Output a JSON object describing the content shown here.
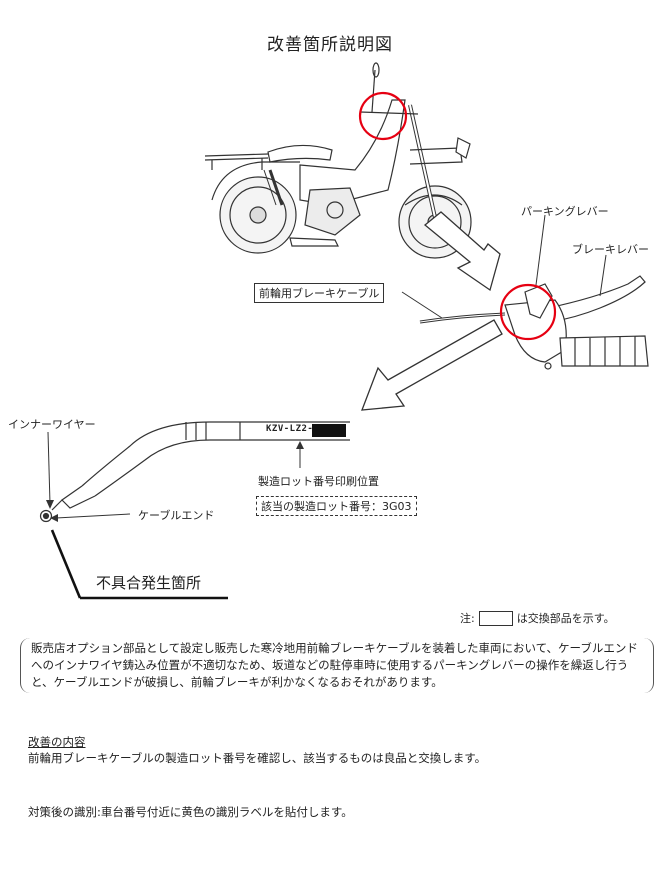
{
  "title": "改善箇所説明図",
  "labels": {
    "parking_lever": "パーキングレバー",
    "brake_lever": "ブレーキレバー",
    "front_brake_cable": "前輪用ブレーキケーブル",
    "inner_wire": "インナーワイヤー",
    "cable_end": "ケーブルエンド",
    "lot_print_position": "製造ロット番号印刷位置",
    "applicable_lot": "該当の製造ロット番号：3G03",
    "cable_print": "KZV-LZ2-",
    "defect_location": "不具合発生箇所"
  },
  "note": {
    "prefix": "注:",
    "suffix": "は交換部品を示す。"
  },
  "description": "販売店オプション部品として設定し販売した寒冷地用前輪ブレーキケーブルを装着した車両において、ケーブルエンドへのインナワイヤ鋳込み位置が不適切なため、坂道などの駐停車時に使用するパーキングレバーの操作を繰返し行うと、ケーブルエンドが破損し、前輪ブレーキが利かなくなるおそれがあります。",
  "improvement": {
    "heading": "改善の内容",
    "body": "前輪用ブレーキケーブルの製造ロット番号を確認し、該当するものは良品と交換します。"
  },
  "identification": "対策後の識別:車台番号付近に黄色の識別ラベルを貼付します。",
  "colors": {
    "highlight_circle": "#e60012",
    "line": "#333333"
  }
}
